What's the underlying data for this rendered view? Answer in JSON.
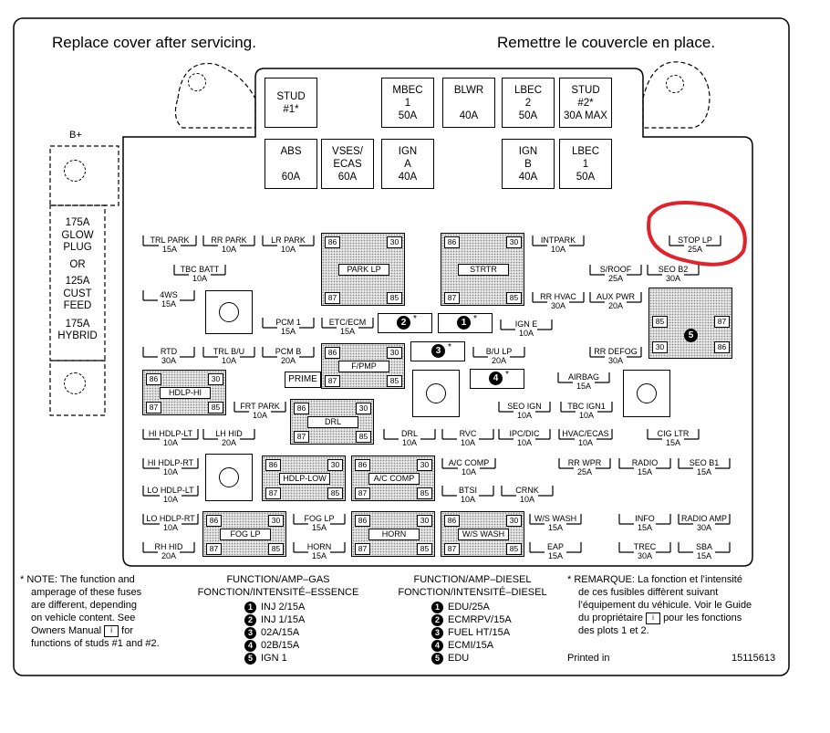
{
  "header": {
    "left": "Replace cover after servicing.",
    "right": "Remettre le couvercle en place."
  },
  "battery_label": "B+",
  "side_labels": [
    "175A",
    "GLOW",
    "PLUG",
    "OR",
    "125A",
    "CUST",
    "FEED",
    "175A",
    "HYBRID"
  ],
  "big_fuses": [
    {
      "id": "stud1",
      "lines": [
        "STUD",
        "#1*"
      ]
    },
    {
      "id": "mbec1",
      "lines": [
        "MBEC",
        "1",
        "50A"
      ]
    },
    {
      "id": "blwr",
      "lines": [
        "BLWR",
        "",
        "40A"
      ]
    },
    {
      "id": "lbec2",
      "lines": [
        "LBEC",
        "2",
        "50A"
      ]
    },
    {
      "id": "stud2",
      "lines": [
        "STUD",
        "#2*",
        "30A MAX"
      ]
    },
    {
      "id": "abs",
      "lines": [
        "ABS",
        "",
        "60A"
      ]
    },
    {
      "id": "vses",
      "lines": [
        "VSES/",
        "ECAS",
        "60A"
      ]
    },
    {
      "id": "igna",
      "lines": [
        "IGN",
        "A",
        "40A"
      ]
    },
    {
      "id": "ignb",
      "lines": [
        "IGN",
        "B",
        "40A"
      ]
    },
    {
      "id": "lbec1",
      "lines": [
        "LBEC",
        "1",
        "50A"
      ]
    }
  ],
  "fuses": [
    {
      "id": "trl_park",
      "name": "TRL PARK",
      "amp": "15A"
    },
    {
      "id": "rr_park",
      "name": "RR PARK",
      "amp": "10A"
    },
    {
      "id": "lr_park",
      "name": "LR PARK",
      "amp": "10A"
    },
    {
      "id": "tbc_batt",
      "name": "TBC BATT",
      "amp": "10A"
    },
    {
      "id": "4ws",
      "name": "4WS",
      "amp": "15A"
    },
    {
      "id": "pcm1",
      "name": "PCM 1",
      "amp": "15A"
    },
    {
      "id": "etc_ecm",
      "name": "ETC/ECM",
      "amp": "15A"
    },
    {
      "id": "rtd",
      "name": "RTD",
      "amp": "30A"
    },
    {
      "id": "trl_bu",
      "name": "TRL B/U",
      "amp": "10A"
    },
    {
      "id": "pcm_b",
      "name": "PCM B",
      "amp": "20A"
    },
    {
      "id": "intpark",
      "name": "INTPARK",
      "amp": "10A"
    },
    {
      "id": "stop_lp",
      "name": "STOP LP",
      "amp": "25A"
    },
    {
      "id": "s_roof",
      "name": "S/ROOF",
      "amp": "25A"
    },
    {
      "id": "seo_b2",
      "name": "SEO B2",
      "amp": "30A"
    },
    {
      "id": "rr_hvac",
      "name": "RR HVAC",
      "amp": "30A"
    },
    {
      "id": "aux_pwr",
      "name": "AUX PWR",
      "amp": "20A"
    },
    {
      "id": "ign_e",
      "name": "IGN E",
      "amp": "10A"
    },
    {
      "id": "bu_lp",
      "name": "B/U LP",
      "amp": "20A"
    },
    {
      "id": "rr_defog",
      "name": "RR DEFOG",
      "amp": "30A"
    },
    {
      "id": "airbag",
      "name": "AIRBAG",
      "amp": "15A"
    },
    {
      "id": "frt_park",
      "name": "FRT PARK",
      "amp": "10A"
    },
    {
      "id": "seo_ign",
      "name": "SEO IGN",
      "amp": "10A"
    },
    {
      "id": "tbc_ign1",
      "name": "TBC IGN1",
      "amp": "10A"
    },
    {
      "id": "hi_hdlp_lt",
      "name": "HI HDLP-LT",
      "amp": "10A"
    },
    {
      "id": "lh_hid",
      "name": "LH HID",
      "amp": "20A"
    },
    {
      "id": "drl_f",
      "name": "DRL",
      "amp": "10A"
    },
    {
      "id": "rvc",
      "name": "RVC",
      "amp": "10A"
    },
    {
      "id": "ipc_dic",
      "name": "IPC/DIC",
      "amp": "10A"
    },
    {
      "id": "hvac_ecas",
      "name": "HVAC/ECAS",
      "amp": "10A"
    },
    {
      "id": "cig_ltr",
      "name": "CIG LTR",
      "amp": "15A"
    },
    {
      "id": "hi_hdlp_rt",
      "name": "HI HDLP-RT",
      "amp": "10A"
    },
    {
      "id": "ac_comp",
      "name": "A/C COMP",
      "amp": "10A"
    },
    {
      "id": "rr_wpr",
      "name": "RR WPR",
      "amp": "25A"
    },
    {
      "id": "radio",
      "name": "RADIO",
      "amp": "15A"
    },
    {
      "id": "seo_b1",
      "name": "SEO B1",
      "amp": "15A"
    },
    {
      "id": "lo_hdlp_lt",
      "name": "LO HDLP-LT",
      "amp": "10A"
    },
    {
      "id": "btsi",
      "name": "BTSI",
      "amp": "10A"
    },
    {
      "id": "crnk",
      "name": "CRNK",
      "amp": "10A"
    },
    {
      "id": "lo_hdlp_rt",
      "name": "LO HDLP-RT",
      "amp": "10A"
    },
    {
      "id": "fog_lp_f",
      "name": "FOG LP",
      "amp": "15A"
    },
    {
      "id": "ws_wash",
      "name": "W/S WASH",
      "amp": "15A"
    },
    {
      "id": "info",
      "name": "INFO",
      "amp": "15A"
    },
    {
      "id": "radio_amp",
      "name": "RADIO AMP",
      "amp": "30A"
    },
    {
      "id": "rh_hid",
      "name": "RH HID",
      "amp": "20A"
    },
    {
      "id": "horn_f",
      "name": "HORN",
      "amp": "15A"
    },
    {
      "id": "eap",
      "name": "EAP",
      "amp": "15A"
    },
    {
      "id": "trec",
      "name": "TREC",
      "amp": "30A"
    },
    {
      "id": "sba",
      "name": "SBA",
      "amp": "15A"
    }
  ],
  "relays": [
    {
      "id": "park_lp",
      "name": "PARK LP"
    },
    {
      "id": "strtr",
      "name": "STRTR"
    },
    {
      "id": "f_pmp",
      "name": "F/PMP"
    },
    {
      "id": "hdlp_hi",
      "name": "HDLP-HI"
    },
    {
      "id": "drl_r",
      "name": "DRL"
    },
    {
      "id": "hdlp_low",
      "name": "HDLP-LOW"
    },
    {
      "id": "ac_comp_r",
      "name": "A/C COMP"
    },
    {
      "id": "fog_lp_r",
      "name": "FOG LP"
    },
    {
      "id": "horn_r",
      "name": "HORN"
    },
    {
      "id": "ws_wash_r",
      "name": "W/S WASH"
    },
    {
      "id": "r5",
      "name": ""
    }
  ],
  "pins": {
    "p86": "86",
    "p30": "30",
    "p87": "87",
    "p85": "85"
  },
  "prime_label": "PRIME",
  "numbered_slots": {
    "n1": "1",
    "n2": "2",
    "n3": "3",
    "n4": "4",
    "n5": "5",
    "star": "*"
  },
  "footer": {
    "note_en": [
      "* NOTE:  The function and",
      "amperage of these fuses",
      "are different, depending",
      "on vehicle content.  See",
      "Owners Manual",
      "for",
      "functions of studs #1 and #2."
    ],
    "gas_title": [
      "FUNCTION/AMP–GAS",
      "FONCTION/INTENSITÉ–ESSENCE"
    ],
    "gas_items": [
      "INJ 2/15A",
      "INJ 1/15A",
      "02A/15A",
      "02B/15A",
      "IGN 1"
    ],
    "diesel_title": [
      "FUNCTION/AMP–DIESEL",
      "FONCTION/INTENSITÉ–DIESEL"
    ],
    "diesel_items": [
      "EDU/25A",
      "ECMRPV/15A",
      "FUEL HT/15A",
      "ECMI/15A",
      "EDU"
    ],
    "note_fr": [
      "* REMARQUE:  La fonction et l’intensité",
      "de ces fusibles diffèrent suivant",
      "l’équipement du véhicule. Voir le Guide",
      "du propriétaire",
      "pour les fonctions",
      "des plots 1 et 2."
    ],
    "printed": "Printed in",
    "part_number": "15115613"
  },
  "annotation_color": "#e0232b"
}
